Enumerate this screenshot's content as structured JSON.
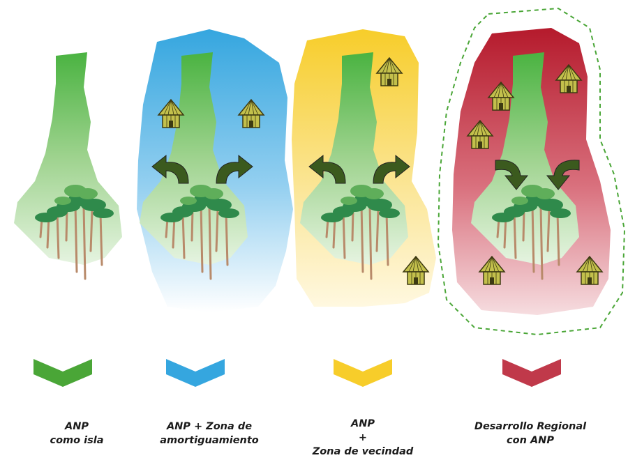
{
  "panels": [
    {
      "id": "isla",
      "caption_lines": [
        "ANP",
        "como isla"
      ],
      "zone_color": "",
      "chevron_color": "#4aa637",
      "arrows": "none",
      "houses": 0,
      "boundary": "none"
    },
    {
      "id": "amortiguamiento",
      "caption_lines": [
        "ANP + Zona de",
        "amortiguamiento"
      ],
      "zone_color": "#35a6df",
      "chevron_color": "#35a6df",
      "arrows": "outward",
      "houses": 2,
      "boundary": "none"
    },
    {
      "id": "vecindad",
      "caption_lines": [
        "ANP",
        "+",
        "Zona de vecindad"
      ],
      "zone_color": "#f7cd2a",
      "chevron_color": "#f7cd2a",
      "arrows": "outward",
      "houses": 2,
      "boundary": "none"
    },
    {
      "id": "regional",
      "caption_lines": [
        "Desarrollo Regional",
        "con ANP"
      ],
      "zone_color": "#b51a2c",
      "chevron_color": "#c0394a",
      "arrows": "inward",
      "houses": 5,
      "boundary": "dashed-green"
    }
  ],
  "colors": {
    "anp_green": "#4ab341",
    "arrow_green": "#3b5a1e",
    "house_fill": "#c3c04c",
    "tree_green": "#2f8a4b",
    "trunk": "#b88a6a"
  }
}
